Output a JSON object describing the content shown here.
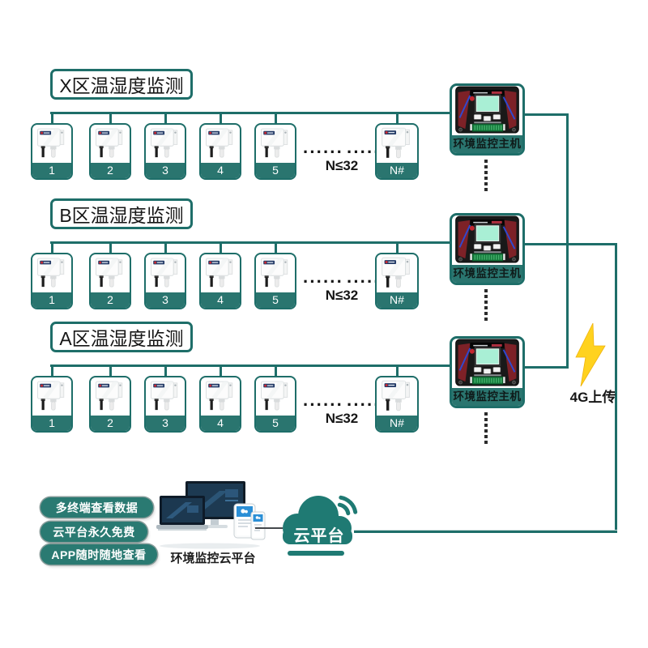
{
  "colors": {
    "teal": "#1E6E69",
    "band": "#2A756F",
    "pill": "#2A7A72",
    "cloud": "#1F7A73",
    "bolt": "#FFD21E"
  },
  "sections": [
    {
      "title": "X区温湿度监测",
      "sensors": [
        "1",
        "2",
        "3",
        "4",
        "5"
      ],
      "n_label": "N#",
      "dots": "······",
      "limit": "N≤32",
      "host": "环境监控主机"
    },
    {
      "title": "B区温湿度监测",
      "sensors": [
        "1",
        "2",
        "3",
        "4",
        "5"
      ],
      "n_label": "N#",
      "dots": "······",
      "limit": "N≤32",
      "host": "环境监控主机"
    },
    {
      "title": "A区温湿度监测",
      "sensors": [
        "1",
        "2",
        "3",
        "4",
        "5"
      ],
      "n_label": "N#",
      "dots": "······",
      "limit": "N≤32",
      "host": "环境监控主机"
    }
  ],
  "upload": {
    "label": "4G上传"
  },
  "bottom": {
    "pills": [
      "多终端查看数据",
      "云平台永久免费",
      "APP随时随地查看"
    ],
    "platform_label": "环境监控云平台",
    "cloud_label": "云平台"
  }
}
